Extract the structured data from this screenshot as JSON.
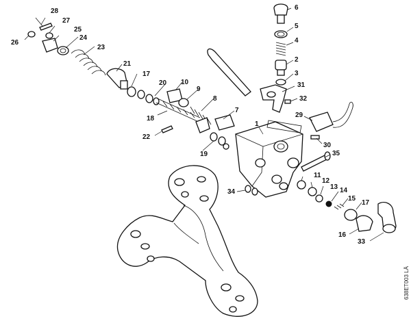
{
  "callouts": {
    "p1": "1",
    "p2": "2",
    "p3": "3",
    "p4": "4",
    "p5": "5",
    "p6": "6",
    "p7": "7",
    "p8": "8",
    "p9": "9",
    "p10": "10",
    "p11": "11",
    "p12": "12",
    "p13": "13",
    "p14": "14",
    "p15": "15",
    "p16": "16",
    "p17a": "17",
    "p17b": "17",
    "p18": "18",
    "p19": "19",
    "p20": "20",
    "p21": "21",
    "p22": "22",
    "p23": "23",
    "p24": "24",
    "p25": "25",
    "p26": "26",
    "p27": "27",
    "p28": "28",
    "p29": "29",
    "p30": "30",
    "p31": "31",
    "p32": "32",
    "p33": "33",
    "p34": "34",
    "p35": "35"
  },
  "drawing_code": "638ET003 LÄ"
}
